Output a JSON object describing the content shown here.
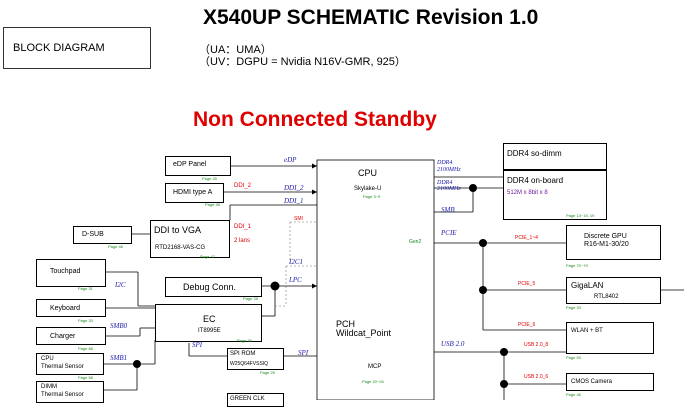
{
  "header": {
    "title": "X540UP SCHEMATIC Revision 1.0",
    "block_diagram_label": "BLOCK DIAGRAM",
    "variant_ua": "（UA：UMA）",
    "variant_uv": "（UV：DGPU = Nvidia N16V-GMR, 925）",
    "mode_title": "Non Connected Standby"
  },
  "blocks": {
    "edp": {
      "label": "eDP Panel",
      "page": "Page 45"
    },
    "hdmi": {
      "label": "HDMI type A",
      "page": "Page 48"
    },
    "ddi_vga": {
      "label": "DDI to VGA",
      "sub": "RTD2168-VAS-CG",
      "page": "Page 47"
    },
    "dsub": {
      "label": "D-SUB",
      "page": "Page 46"
    },
    "touchpad": {
      "label": "Touchpad",
      "page": "Page 31"
    },
    "keyboard": {
      "label": "Keyboard",
      "page": "Page 33"
    },
    "charger": {
      "label": "Charger",
      "page": "Page 88"
    },
    "cpu_thermal": {
      "label_1": "CPU",
      "label_2": "Thermal Sensor",
      "page": "Page 58"
    },
    "dimm_thermal": {
      "label_1": "DIMM",
      "label_2": "Thermal Sensor"
    },
    "debug": {
      "label": "Debug Conn.",
      "page": "Page 28"
    },
    "ec": {
      "label": "EC",
      "sub": "IT8995E",
      "page": "Page 36"
    },
    "spi_rom": {
      "label": "SPI ROM",
      "sub": "W25Q64FVSSIQ",
      "page": "Page 29"
    },
    "green_clk": {
      "label": "GREEN CLK"
    },
    "cpu": {
      "label": "CPU",
      "sub": "Skylake-U",
      "page": "Page 3~9"
    },
    "pch": {
      "label_1": "PCH",
      "label_2": "Wildcat_Point"
    },
    "mcp": {
      "label": "MCP",
      "page": "Page 20~26"
    },
    "ddr4_sodimm": {
      "label": "DDR4 so-dimm"
    },
    "ddr4_onboard": {
      "label": "DDR4 on-board",
      "sub": "512M x 8bit x 8",
      "page": "Page 13~15, 19"
    },
    "gpu": {
      "label_1": "Discrete GPU",
      "label_2": "R16-M1-30/20",
      "page": "Page 70~79"
    },
    "gigalan": {
      "label": "GigaLAN",
      "sub": "RTL8402",
      "page": "Page 33"
    },
    "wlan": {
      "label": "WLAN + BT",
      "page": "Page 53"
    },
    "cmos": {
      "label": "CMOS Camera",
      "page": "Page 46"
    }
  },
  "signals": {
    "edp": "eDP",
    "ddi2_red": "DDI_2",
    "ddi2_blue": "DDI_2",
    "ddi1_blue": "DDI_1",
    "ddi1_red": "DDI_1",
    "lanes": "2 lans",
    "smi": "SMI",
    "i2c1": "I2C1",
    "lpc": "LPC",
    "i2c": "I2C",
    "smb0": "SMB0",
    "smb1": "SMB1",
    "spi_ec": "SPI",
    "spi_pch": "SPI",
    "ddr4_a_1": "DDR4",
    "ddr4_a_2": "2100MHz",
    "ddr4_b_1": "DDR4",
    "ddr4_b_2": "2100MHz",
    "smb": "SMB",
    "gen2": "Gen2",
    "pcie": "PCIE",
    "pcie_1_4": "PCIE_1~4",
    "pcie_5": "PCIE_5",
    "pcie_6": "PCIE_6",
    "usb20": "USB 2.0",
    "usb20_8": "USB 2.0_8",
    "usb20_6": "USB 2.0_6"
  }
}
